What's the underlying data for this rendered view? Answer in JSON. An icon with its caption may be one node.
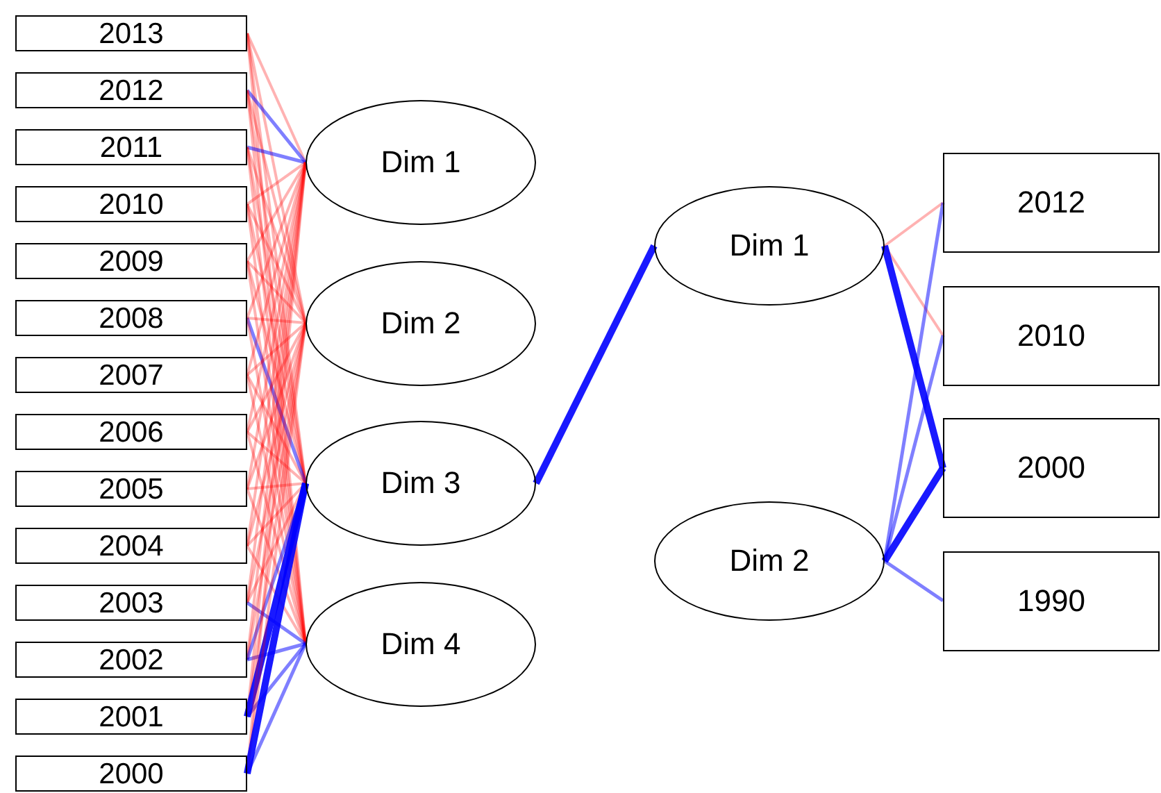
{
  "diagram": {
    "nodes": [
      {
        "text": [
          "2013"
        ]
      },
      {
        "text": [
          "2012"
        ]
      },
      {
        "text": [
          "2011"
        ]
      },
      {
        "text": [
          "2010"
        ]
      },
      {
        "text": [
          "2009"
        ]
      },
      {
        "text": [
          "2008"
        ]
      },
      {
        "text": [
          "2007"
        ]
      },
      {
        "text": [
          "2006"
        ]
      },
      {
        "text": [
          "2005"
        ]
      },
      {
        "text": [
          "2004"
        ]
      },
      {
        "text": [
          "2003"
        ]
      },
      {
        "text": [
          "2002"
        ]
      },
      {
        "text": [
          "2001"
        ]
      },
      {
        "text": [
          "2000"
        ]
      },
      {
        "text": [
          "Dim 1"
        ]
      },
      {
        "text": [
          "Dim 2"
        ]
      },
      {
        "text": [
          "Dim 3"
        ]
      },
      {
        "text": [
          "Dim 4"
        ]
      },
      {
        "text": [
          "Dim 1"
        ]
      },
      {
        "text": [
          "Dim 2"
        ]
      },
      {
        "text": [
          "2012"
        ]
      },
      {
        "text": [
          "2010"
        ]
      },
      {
        "text": [
          "2000"
        ]
      },
      {
        "text": [
          "1990"
        ]
      }
    ],
    "edges": [
      {
        "from": 0,
        "to": 14,
        "arrow": "none"
      },
      {
        "from": 0,
        "to": 15,
        "arrow": "none"
      },
      {
        "from": 0,
        "to": 16,
        "arrow": "none"
      },
      {
        "from": 0,
        "to": 17,
        "arrow": "none"
      },
      {
        "from": 1,
        "to": 14,
        "arrow": "none",
        "color": "#0000ff"
      },
      {
        "from": 1,
        "to": 15,
        "arrow": "none"
      },
      {
        "from": 1,
        "to": 16,
        "arrow": "none"
      },
      {
        "from": 1,
        "to": 17,
        "arrow": "none"
      },
      {
        "from": 2,
        "to": 14,
        "arrow": "none",
        "color": "#0000ff"
      },
      {
        "from": 2,
        "to": 15,
        "arrow": "none"
      },
      {
        "from": 2,
        "to": 16,
        "arrow": "none"
      },
      {
        "from": 2,
        "to": 17,
        "arrow": "none"
      },
      {
        "from": 3,
        "to": 14,
        "arrow": "none"
      },
      {
        "from": 3,
        "to": 15,
        "arrow": "none"
      },
      {
        "from": 3,
        "to": 16,
        "arrow": "none"
      },
      {
        "from": 3,
        "to": 17,
        "arrow": "none"
      },
      {
        "from": 4,
        "to": 14,
        "arrow": "none"
      },
      {
        "from": 4,
        "to": 15,
        "arrow": "none"
      },
      {
        "from": 4,
        "to": 16,
        "arrow": "none"
      },
      {
        "from": 4,
        "to": 17,
        "arrow": "none"
      },
      {
        "from": 5,
        "to": 14,
        "arrow": "none"
      },
      {
        "from": 5,
        "to": 15,
        "arrow": "none"
      },
      {
        "from": 5,
        "to": 16,
        "arrow": "none",
        "color": "#0000ff"
      },
      {
        "from": 5,
        "to": 17,
        "arrow": "none"
      },
      {
        "from": 6,
        "to": 14,
        "arrow": "none"
      },
      {
        "from": 6,
        "to": 15,
        "arrow": "none"
      },
      {
        "from": 6,
        "to": 16,
        "arrow": "none"
      },
      {
        "from": 6,
        "to": 17,
        "arrow": "none"
      },
      {
        "from": 7,
        "to": 14,
        "arrow": "none"
      },
      {
        "from": 7,
        "to": 15,
        "arrow": "none"
      },
      {
        "from": 7,
        "to": 16,
        "arrow": "none"
      },
      {
        "from": 7,
        "to": 17,
        "arrow": "none"
      },
      {
        "from": 8,
        "to": 14,
        "arrow": "none"
      },
      {
        "from": 8,
        "to": 15,
        "arrow": "none"
      },
      {
        "from": 8,
        "to": 16,
        "arrow": "none"
      },
      {
        "from": 8,
        "to": 17,
        "arrow": "none"
      },
      {
        "from": 9,
        "to": 14,
        "arrow": "none"
      },
      {
        "from": 9,
        "to": 15,
        "arrow": "none"
      },
      {
        "from": 9,
        "to": 16,
        "arrow": "none"
      },
      {
        "from": 9,
        "to": 17,
        "arrow": "none"
      },
      {
        "from": 10,
        "to": 14,
        "arrow": "none"
      },
      {
        "from": 10,
        "to": 15,
        "arrow": "none"
      },
      {
        "from": 10,
        "to": 16,
        "arrow": "none"
      },
      {
        "from": 10,
        "to": 17,
        "arrow": "none",
        "color": "#0000ff"
      },
      {
        "from": 11,
        "to": 14,
        "arrow": "none"
      },
      {
        "from": 11,
        "to": 15,
        "arrow": "none"
      },
      {
        "from": 11,
        "to": 16,
        "arrow": "none",
        "color": "#0000ff"
      },
      {
        "from": 11,
        "to": 17,
        "arrow": "none",
        "color": "#0000ff"
      },
      {
        "from": 12,
        "to": 14,
        "arrow": "none"
      },
      {
        "from": 12,
        "to": 15,
        "arrow": "none"
      },
      {
        "from": 12,
        "to": 16,
        "arrow": "none",
        "style": "thick",
        "color": "#0000ff"
      },
      {
        "from": 12,
        "to": 17,
        "arrow": "none",
        "color": "#0000ff"
      },
      {
        "from": 13,
        "to": 14,
        "arrow": "none"
      },
      {
        "from": 13,
        "to": 15,
        "arrow": "none"
      },
      {
        "from": 13,
        "to": 16,
        "arrow": "none",
        "style": "thick",
        "color": "#0000ff"
      },
      {
        "from": 13,
        "to": 17,
        "arrow": "none",
        "color": "#0000ff"
      },
      {
        "from": 16,
        "to": 18,
        "arrow": "none",
        "style": "thick",
        "color": "#0000ff"
      },
      {
        "from": 18,
        "to": 20,
        "arrow": "none"
      },
      {
        "from": 18,
        "to": 21,
        "arrow": "none"
      },
      {
        "from": 18,
        "to": 22,
        "arrow": "none",
        "style": "thick",
        "color": "#0000ff"
      },
      {
        "from": 19,
        "to": 20,
        "arrow": "none",
        "color": "#0000ff"
      },
      {
        "from": 19,
        "to": 21,
        "arrow": "none",
        "color": "#0000ff"
      },
      {
        "from": 19,
        "to": 22,
        "arrow": "none",
        "style": "thick",
        "color": "#0000ff"
      },
      {
        "from": 19,
        "to": 23,
        "arrow": "none",
        "color": "#0000ff"
      }
    ]
  }
}
